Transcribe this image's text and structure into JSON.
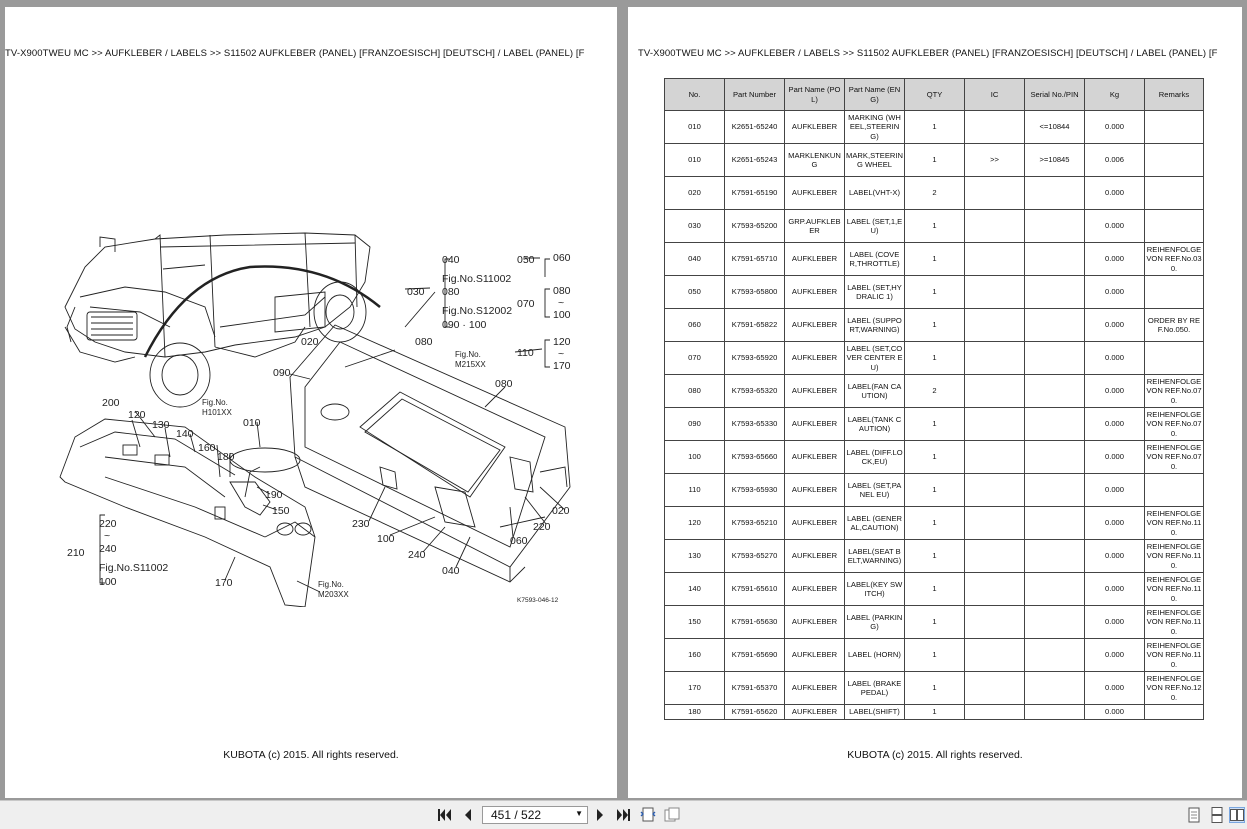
{
  "viewer": {
    "page_indicator": "451 / 522",
    "icons": {
      "first": "first-page-icon",
      "prev": "prev-page-icon",
      "next": "next-page-icon",
      "last": "last-page-icon",
      "fit_page": "fit-page-icon",
      "fit_width": "fit-width-icon",
      "single_page": "single-page-view-icon",
      "continuous": "continuous-view-icon",
      "facing": "facing-pages-view-icon"
    }
  },
  "left_page": {
    "header": "TV-X900TWEU MC >> AUFKLEBER / LABELS >> S11502   AUFKLEBER (PANEL) [FRANZOESISCH] [DEUTSCH] / LABEL (PANEL) [F",
    "footer": "KUBOTA (c) 2015. All rights reserved.",
    "diagram": {
      "callouts": [
        "040",
        "Fig.No.S11002",
        "080",
        "Fig.No.S12002",
        "090 · 100",
        "030",
        "050",
        "060",
        "080",
        "~",
        "100",
        "070",
        "120",
        "~",
        "170",
        "110",
        "020",
        "080",
        "Fig.No.",
        "M215XX",
        "090",
        "080",
        "200",
        "Fig.No.",
        "H101XX",
        "120",
        "130",
        "140",
        "010",
        "160",
        "180",
        "190",
        "150",
        "230",
        "100",
        "240",
        "040",
        "060",
        "220",
        "020",
        "220",
        "~",
        "240",
        "210",
        "Fig.No.S11002",
        "100",
        "170",
        "Fig.No.",
        "M203XX",
        "K7593-046-12"
      ]
    }
  },
  "right_page": {
    "header": "TV-X900TWEU MC >> AUFKLEBER / LABELS >> S11502   AUFKLEBER (PANEL) [FRANZOESISCH] [DEUTSCH] / LABEL (PANEL) [F",
    "footer": "KUBOTA (c) 2015. All rights reserved.",
    "table": {
      "headers": [
        "No.",
        "Part Number",
        "Part Name (POL)",
        "Part Name (ENG)",
        "QTY",
        "IC",
        "Serial No./PIN",
        "Kg",
        "Remarks"
      ],
      "rows": [
        [
          "010",
          "K2651-65240",
          "AUFKLEBER",
          "MARKING (WHEEL,STEERING)",
          "1",
          "",
          "<=10844",
          "0.000",
          ""
        ],
        [
          "010",
          "K2651-65243",
          "MARKLENKUNG",
          "MARK,STEERING WHEEL",
          "1",
          ">>",
          ">=10845",
          "0.006",
          ""
        ],
        [
          "020",
          "K7591-65190",
          "AUFKLEBER",
          "LABEL(VHT-X)",
          "2",
          "",
          "",
          "0.000",
          ""
        ],
        [
          "030",
          "K7593-65200",
          "GRP.AUFKLEBER",
          "LABEL (SET,1,EU)",
          "1",
          "",
          "",
          "0.000",
          ""
        ],
        [
          "040",
          "K7591-65710",
          "AUFKLEBER",
          "LABEL (COVER,THROTTLE)",
          "1",
          "",
          "",
          "0.000",
          "REIHENFOLGE VON REF.No.030."
        ],
        [
          "050",
          "K7593-65800",
          "AUFKLEBER",
          "LABEL (SET,HYDRALIC 1)",
          "1",
          "",
          "",
          "0.000",
          ""
        ],
        [
          "060",
          "K7591-65822",
          "AUFKLEBER",
          "LABEL (SUPPORT,WARNING)",
          "1",
          "",
          "",
          "0.000",
          "ORDER BY REF.No.050."
        ],
        [
          "070",
          "K7593-65920",
          "AUFKLEBER",
          "LABEL (SET,COVER CENTER EU)",
          "1",
          "",
          "",
          "0.000",
          ""
        ],
        [
          "080",
          "K7593-65320",
          "AUFKLEBER",
          "LABEL(FAN CAUTION)",
          "2",
          "",
          "",
          "0.000",
          "REIHENFOLGE VON REF.No.070."
        ],
        [
          "090",
          "K7593-65330",
          "AUFKLEBER",
          "LABEL(TANK CAUTION)",
          "1",
          "",
          "",
          "0.000",
          "REIHENFOLGE VON REF.No.070."
        ],
        [
          "100",
          "K7593-65660",
          "AUFKLEBER",
          "LABEL (DIFF.LOCK,EU)",
          "1",
          "",
          "",
          "0.000",
          "REIHENFOLGE VON REF.No.070."
        ],
        [
          "110",
          "K7593-65930",
          "AUFKLEBER",
          "LABEL (SET,PANEL EU)",
          "1",
          "",
          "",
          "0.000",
          ""
        ],
        [
          "120",
          "K7593-65210",
          "AUFKLEBER",
          "LABEL (GENERAL,CAUTION)",
          "1",
          "",
          "",
          "0.000",
          "REIHENFOLGE VON REF.No.110."
        ],
        [
          "130",
          "K7593-65270",
          "AUFKLEBER",
          "LABEL(SEAT BELT,WARNING)",
          "1",
          "",
          "",
          "0.000",
          "REIHENFOLGE VON REF.No.110."
        ],
        [
          "140",
          "K7591-65610",
          "AUFKLEBER",
          "LABEL(KEY SWITCH)",
          "1",
          "",
          "",
          "0.000",
          "REIHENFOLGE VON REF.No.110."
        ],
        [
          "150",
          "K7591-65630",
          "AUFKLEBER",
          "LABEL (PARKING)",
          "1",
          "",
          "",
          "0.000",
          "REIHENFOLGE VON REF.No.110."
        ],
        [
          "160",
          "K7591-65690",
          "AUFKLEBER",
          "LABEL (HORN)",
          "1",
          "",
          "",
          "0.000",
          "REIHENFOLGE VON REF.No.110."
        ],
        [
          "170",
          "K7591-65370",
          "AUFKLEBER",
          "LABEL (BRAKE PEDAL)",
          "1",
          "",
          "",
          "0.000",
          "REIHENFOLGE VON REF.No.120."
        ],
        [
          "180",
          "K7591-65620",
          "AUFKLEBER",
          "LABEL(SHIFT)",
          "1",
          "",
          "",
          "0.000",
          ""
        ]
      ]
    }
  }
}
